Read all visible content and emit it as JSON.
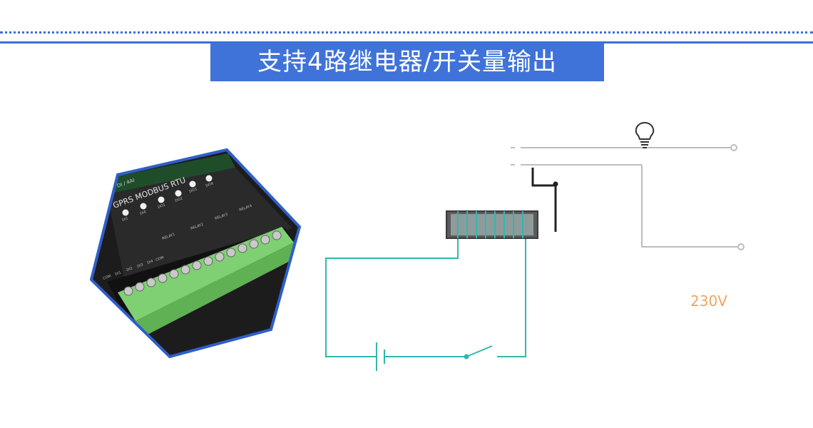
{
  "header": {
    "title": "支持4路继电器/开关量输出"
  },
  "diagram": {
    "voltage_label": "230V",
    "device": {
      "board_text": "GPRS  MODBUS RTU",
      "corner_text": "DI / 4AI",
      "led_labels": [
        "DI1",
        "DI4",
        "DO1",
        "DO2",
        "DO3",
        "DO4"
      ],
      "relay_labels": [
        "RELAY1",
        "RELAY2",
        "RELAY3",
        "RELAY4"
      ],
      "terminal_labels": [
        "COM",
        "DI1",
        "DI2",
        "DI3",
        "DI4",
        "COM"
      ]
    },
    "colors": {
      "accent": "#3f73d9",
      "control_circuit": "#2fb8b0",
      "load_circuit": "#bdbdbd",
      "voltage_text": "#f0a460",
      "relay_contact": "#222222"
    },
    "icons": [
      "light-bulb-icon",
      "battery-icon",
      "switch-icon",
      "relay-coil-icon"
    ]
  }
}
